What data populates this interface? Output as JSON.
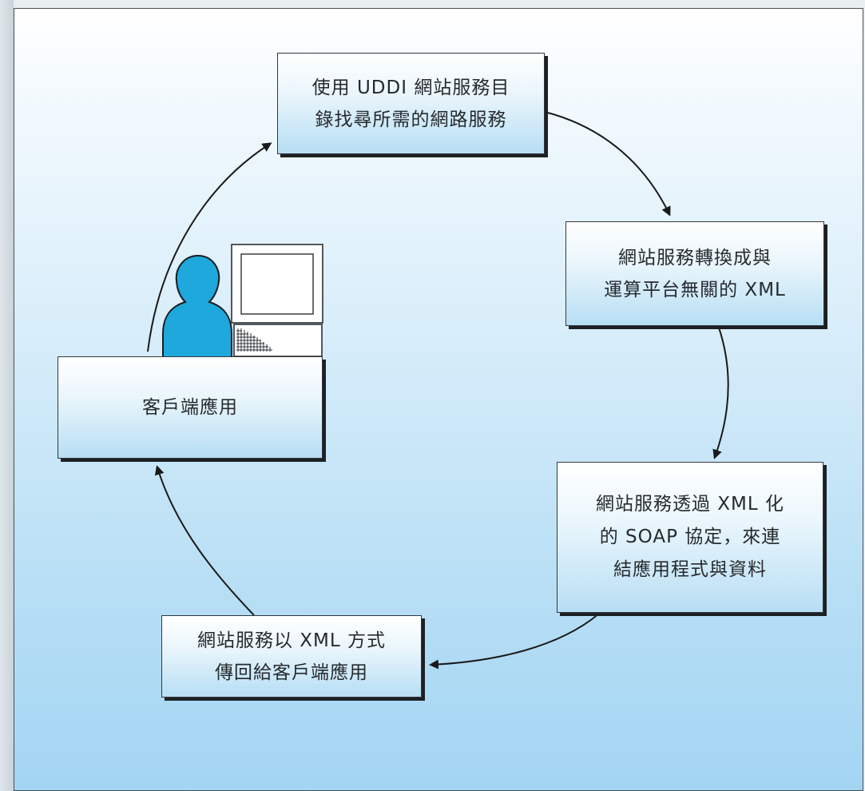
{
  "diagram": {
    "steps": [
      {
        "id": "box1",
        "text": "使用 UDDI 網站服務目\n錄找尋所需的網路服務"
      },
      {
        "id": "box2",
        "text": "網站服務轉換成與\n運算平台無關的 XML"
      },
      {
        "id": "box3",
        "text": "網站服務透過 XML 化\n的 SOAP 協定，來連\n結應用程式與資料"
      },
      {
        "id": "box4",
        "text": "網站服務以 XML 方式\n傳回給客戶端應用"
      }
    ],
    "client": {
      "text": "客戶端應用"
    }
  },
  "colors": {
    "person": "#1fa8dc",
    "box_border": "#33383d",
    "arrow": "#1a1a1a"
  },
  "icons": [
    "user-icon",
    "computer-icon",
    "arrow-head-icon"
  ]
}
